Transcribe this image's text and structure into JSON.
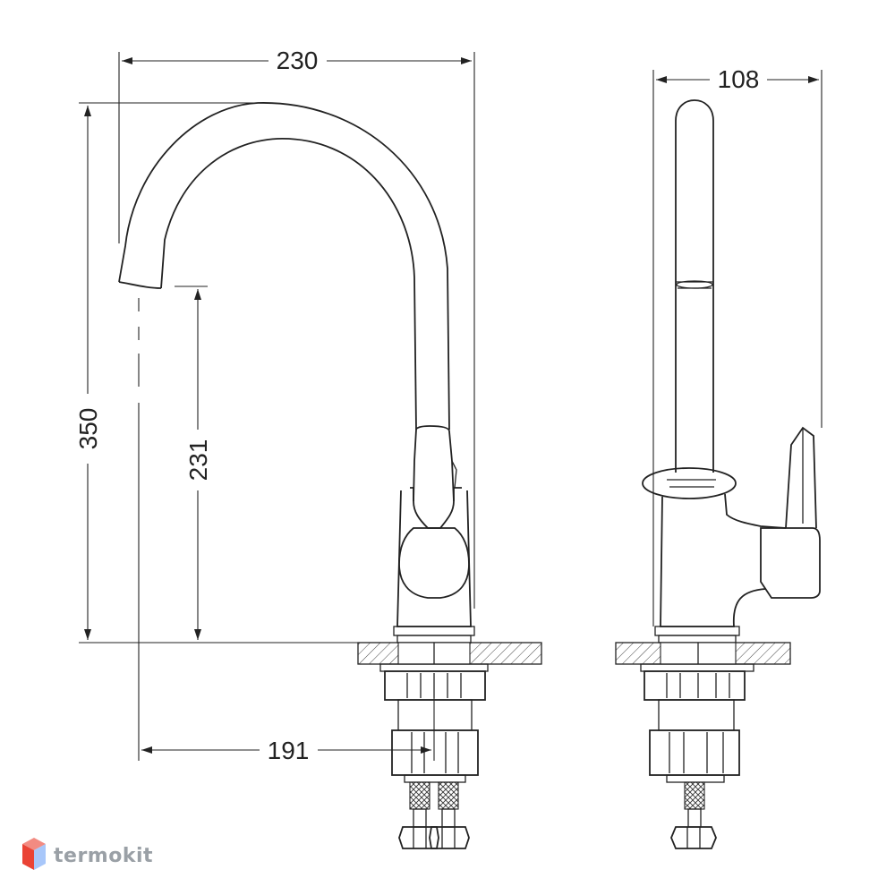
{
  "dimensions": {
    "overall_width": "230",
    "side_width": "108",
    "overall_height": "350",
    "spout_height": "231",
    "spout_reach": "191"
  },
  "watermark": {
    "text": "termokit",
    "colors": {
      "top": "#f28b82",
      "left": "#ea4335",
      "right": "#a8c7fa"
    }
  },
  "colors": {
    "line": "#222222",
    "background": "#ffffff"
  }
}
